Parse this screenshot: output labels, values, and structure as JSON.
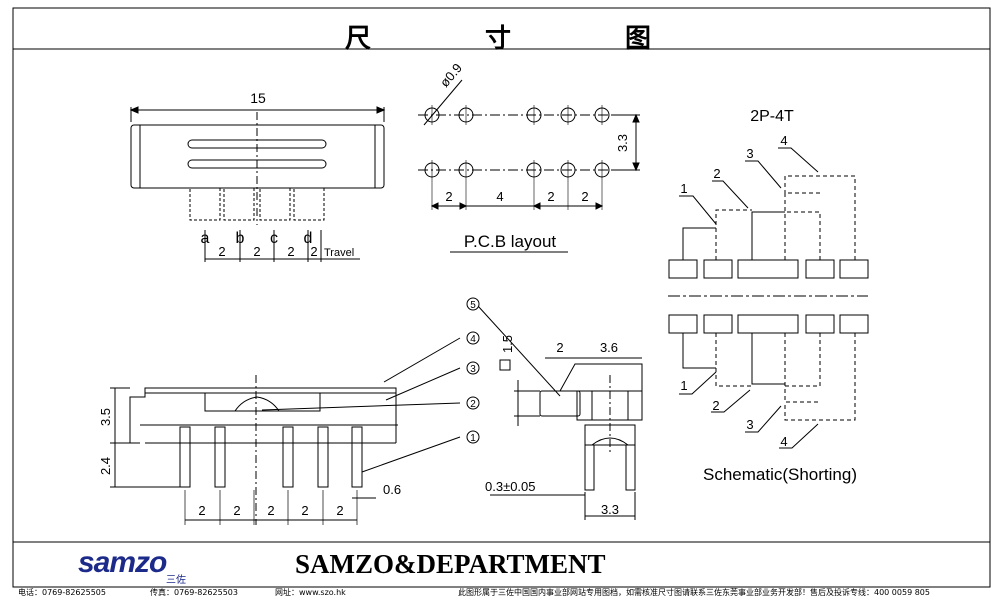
{
  "header": {
    "title_chars": [
      "尺",
      "寸",
      "图"
    ]
  },
  "top_view": {
    "width_dim": "15",
    "pin_letters": [
      "a",
      "b",
      "c",
      "d"
    ],
    "pitch_dims": [
      "2",
      "2",
      "2",
      "2"
    ],
    "travel_label": "Travel"
  },
  "pcb": {
    "hole_dia": "ø0.9",
    "row_spacing": "3.3",
    "pitch_dims": [
      "2",
      "4",
      "2",
      "2"
    ],
    "caption": "P.C.B layout"
  },
  "schematic": {
    "config": "2P-4T",
    "numbers_top": [
      "1",
      "2",
      "3",
      "4"
    ],
    "numbers_bottom": [
      "1",
      "2",
      "3",
      "4"
    ],
    "caption": "Schematic(Shorting)"
  },
  "side_view": {
    "height_dim": "3.5",
    "pin_length_dim": "2.4",
    "pin_pitch_dims": [
      "2",
      "2",
      "2",
      "2",
      "2"
    ],
    "pin_width_dim": "0.6",
    "callouts": [
      "1",
      "2",
      "3",
      "4",
      "5"
    ]
  },
  "end_view": {
    "dim_top_left": "2",
    "dim_top_right": "3.6",
    "dim_vertical": "1.5",
    "dim_thickness": "0.3±0.05",
    "dim_bottom": "3.3"
  },
  "brand": {
    "logo": "samzo",
    "logo_sub": "三佐",
    "name": "SAMZO&DEPARTMENT"
  },
  "footer": {
    "phone": "电话：0769-82625505",
    "fax": "传真：0769-82625503",
    "website": "网址：www.szo.hk",
    "notice": "此图形属于三佐中国国内事业部网站专用图档，如需核准尺寸图请联系三佐东莞事业部业务开发部！售后及投诉专线：400 0059 805"
  }
}
